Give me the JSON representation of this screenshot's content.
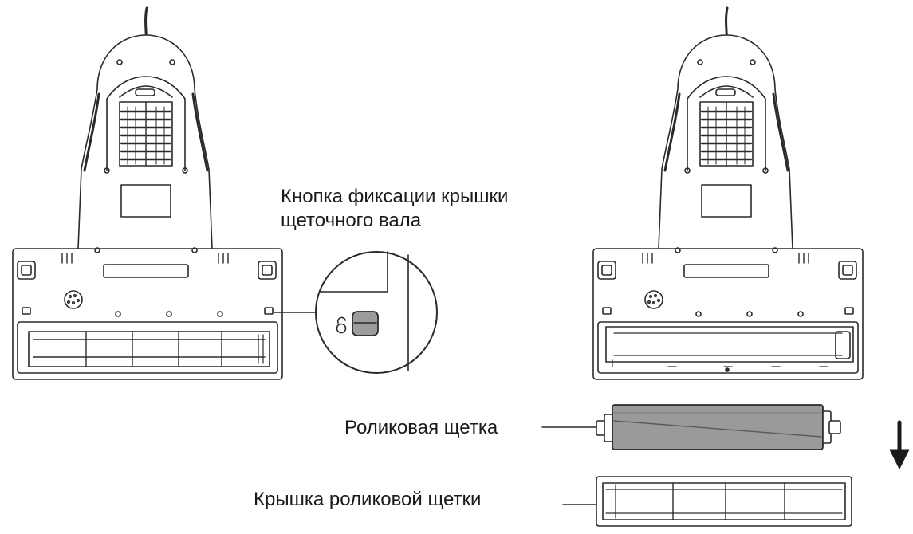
{
  "labels": {
    "cover_lock_line1": "Кнопка фиксации крышки",
    "cover_lock_line2": "щеточного вала",
    "roller_brush": "Роликовая щетка",
    "roller_cover": "Крышка роликовой щетки"
  },
  "icons": {
    "unlock": "open-padlock-icon",
    "direction": "arrow-down-icon"
  },
  "colors": {
    "line": "#2a2a2a",
    "roller_fill": "#9a9a9a",
    "button_fill": "#9c9c9c"
  }
}
